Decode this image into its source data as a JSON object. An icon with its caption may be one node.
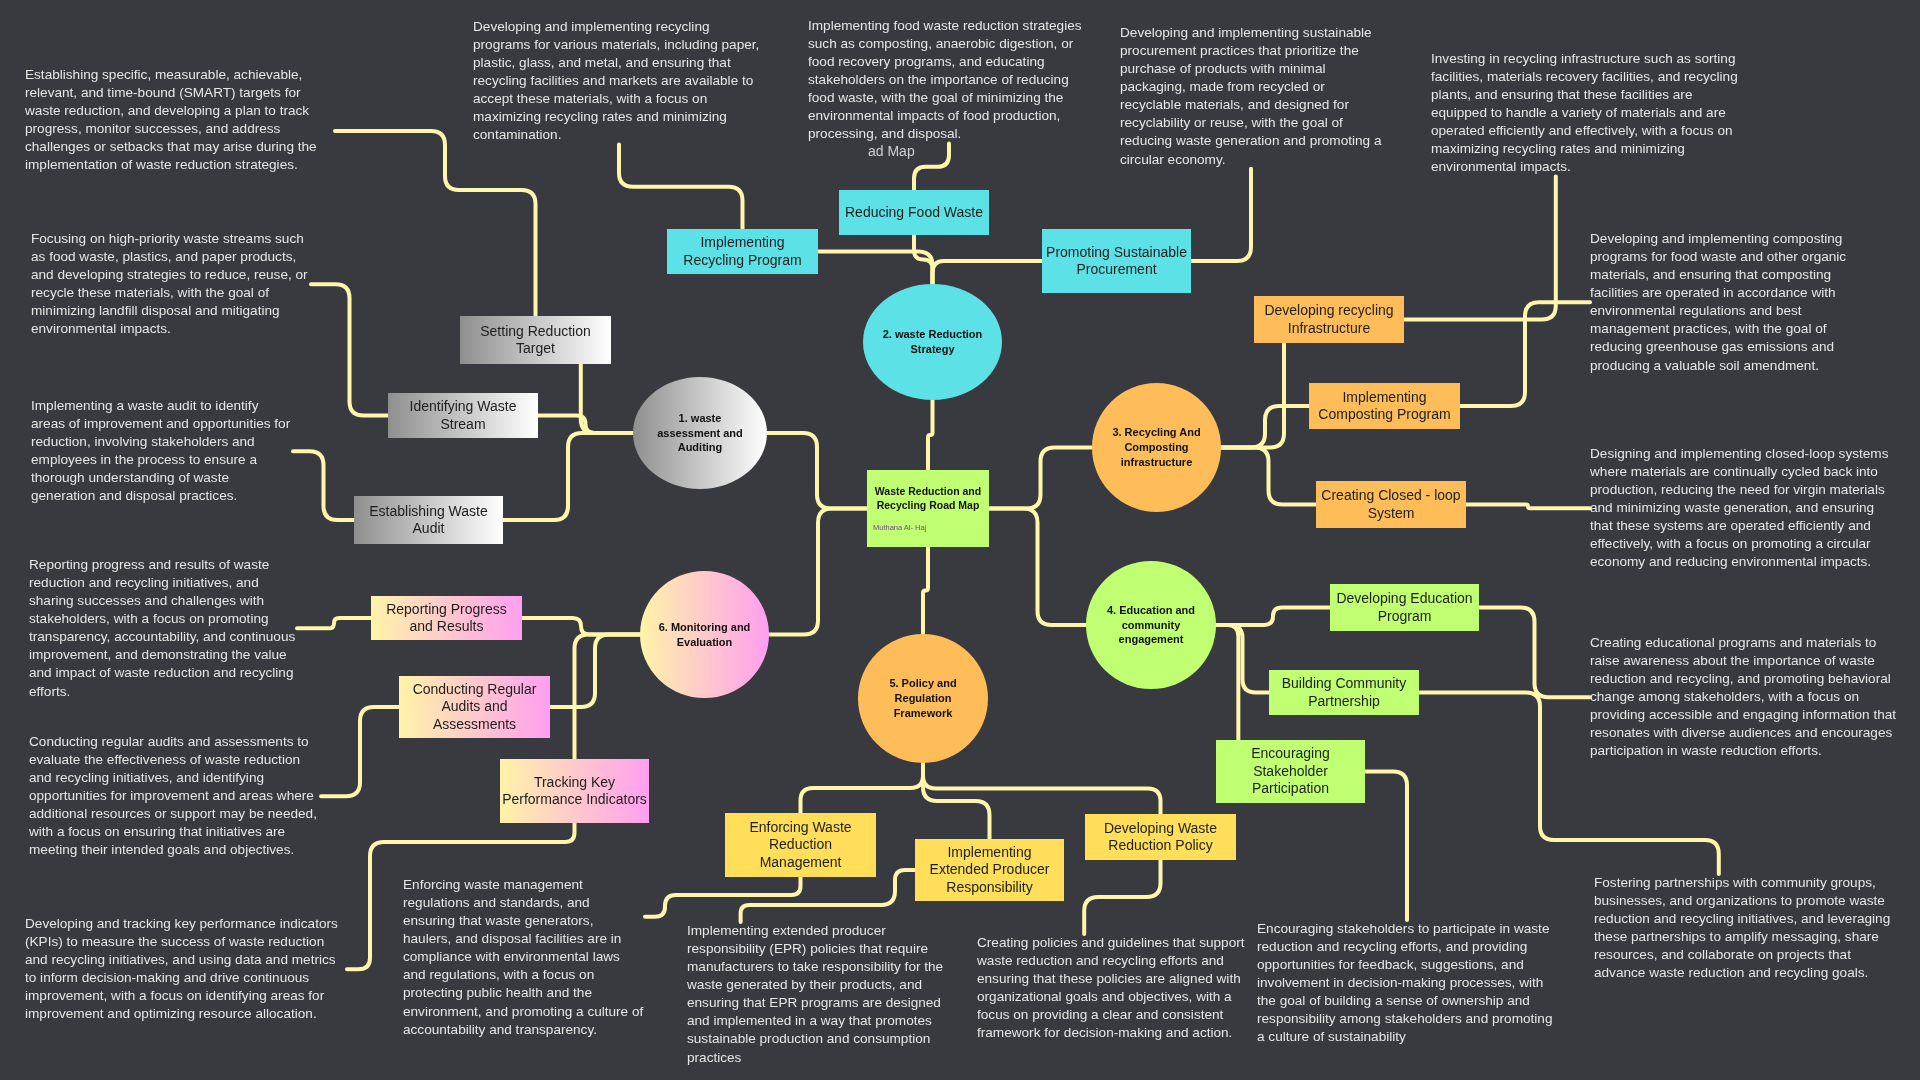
{
  "diagram": {
    "nodes": [
      {
        "text": [
          "Waste Reduction and Recycling Road Map",
          "Muthana Al- Haj"
        ]
      },
      {
        "text": [
          "1. waste assessment and Auditing"
        ]
      },
      {
        "text": [
          "2. waste Reduction Strategy"
        ]
      },
      {
        "text": [
          "3. Recycling And Composting infrastructure"
        ]
      },
      {
        "text": [
          "4. Education and community engagement"
        ]
      },
      {
        "text": [
          "5. Policy and Regulation Framework"
        ]
      },
      {
        "text": [
          "6. Monitoring and Evaluation"
        ]
      },
      {
        "text": [
          "Setting Reduction Target"
        ]
      },
      {
        "text": [
          "Identifying Waste Stream"
        ]
      },
      {
        "text": [
          "Establishing Waste Audit"
        ]
      },
      {
        "text": [
          "Implementing Recycling Program"
        ]
      },
      {
        "text": [
          "Reducing Food Waste"
        ]
      },
      {
        "text": [
          "Promoting Sustainable Procurement"
        ]
      },
      {
        "text": [
          "Developing recycling Infrastructure"
        ]
      },
      {
        "text": [
          "Implementing Composting Program"
        ]
      },
      {
        "text": [
          "Creating Closed - loop System"
        ]
      },
      {
        "text": [
          "Developing Education Program"
        ]
      },
      {
        "text": [
          "Building Community Partnership"
        ]
      },
      {
        "text": [
          "Encouraging Stakeholder Participation"
        ]
      },
      {
        "text": [
          "Enforcing Waste Reduction Management"
        ]
      },
      {
        "text": [
          "Implementing Extended Producer Responsibility"
        ]
      },
      {
        "text": [
          "Developing Waste Reduction Policy"
        ]
      },
      {
        "text": [
          "Reporting Progress and Results"
        ]
      },
      {
        "text": [
          "Conducting Regular Audits and Assessments"
        ]
      },
      {
        "text": [
          "Tracking Key Performance Indicators"
        ]
      },
      {
        "text": [
          "Establishing specific, measurable, achievable, relevant, and time-bound (SMART) targets for waste reduction, and developing a plan to track progress, monitor successes, and address challenges or setbacks that may arise during the implementation of waste reduction strategies."
        ]
      },
      {
        "text": [
          "Focusing on high-priority waste streams such as food waste, plastics, and paper products, and developing strategies to reduce, reuse, or recycle these materials, with the goal of minimizing landfill disposal and mitigating environmental impacts."
        ]
      },
      {
        "text": [
          "Implementing a waste audit to identify areas of improvement and opportunities for reduction, involving stakeholders and employees in the process to ensure a thorough understanding of waste generation and disposal practices."
        ]
      },
      {
        "text": [
          "Developing and implementing recycling programs for various materials, including paper, plastic, glass, and metal, and ensuring that recycling facilities and markets are available to accept these materials, with a focus on maximizing recycling rates and minimizing contamination."
        ]
      },
      {
        "text": [
          "Implementing food waste reduction strategies such as composting, anaerobic digestion, or food recovery programs, and educating stakeholders on the importance of reducing food waste, with the goal of minimizing the environmental impacts of food production, processing, and disposal."
        ]
      },
      {
        "text": [
          "Developing and implementing sustainable procurement practices that prioritize the purchase of products with minimal packaging, made from recycled or recyclable materials, and designed for recyclability or reuse, with the goal of reducing waste generation and promoting a circular economy."
        ]
      },
      {
        "text": [
          "Investing in recycling infrastructure such as sorting facilities, materials recovery facilities, and recycling plants, and ensuring that these facilities are equipped to handle a variety of materials and are operated efficiently and effectively, with a focus on maximizing recycling rates and minimizing environmental impacts."
        ]
      },
      {
        "text": [
          "Developing and implementing composting programs for food waste and other organic materials, and ensuring that composting facilities are operated in accordance with environmental regulations and best management practices, with the goal of reducing greenhouse gas emissions and producing a valuable soil amendment."
        ]
      },
      {
        "text": [
          "Designing and implementing closed-loop systems where materials are continually cycled back into production, reducing the need for virgin materials and minimizing waste generation, and ensuring that these systems are operated efficiently and effectively, with a focus on promoting a circular economy and reducing environmental impacts."
        ]
      },
      {
        "text": [
          "Creating educational programs and materials to raise awareness about the importance of waste reduction and recycling, and promoting behavioral change among stakeholders, with a focus on providing accessible and engaging information that resonates with diverse audiences and encourages participation in waste reduction efforts."
        ]
      },
      {
        "text": [
          "Fostering partnerships with community groups, businesses, and organizations to promote waste reduction and recycling initiatives, and leveraging these partnerships to amplify messaging, share resources, and collaborate on projects that advance waste reduction and recycling goals."
        ]
      },
      {
        "text": [
          "Encouraging stakeholders to participate in waste reduction and recycling efforts, and providing opportunities for feedback, suggestions, and involvement in decision-making processes, with the goal of building a sense of ownership and responsibility among stakeholders and promoting a culture of sustainability"
        ]
      },
      {
        "text": [
          "Enforcing waste management regulations and standards, and ensuring that waste generators, haulers, and disposal facilities are in compliance with environmental laws and regulations, with a focus on protecting public health and the environment, and promoting a culture of accountability and transparency."
        ]
      },
      {
        "text": [
          "Implementing extended producer responsibility (EPR) policies that require manufacturers to take responsibility for the waste generated by their products, and ensuring that EPR programs are designed and implemented in a way that promotes sustainable production and consumption practices"
        ]
      },
      {
        "text": [
          "Creating policies and guidelines that support waste reduction and recycling efforts and ensuring that these policies are aligned with organizational goals and objectives, with a focus on providing a clear and consistent framework for decision-making and action."
        ]
      },
      {
        "text": [
          "Reporting progress and results of waste reduction and recycling initiatives, and sharing successes and challenges with stakeholders, with a focus on promoting transparency, accountability, and continuous improvement, and demonstrating the value and impact of waste reduction and recycling efforts."
        ]
      },
      {
        "text": [
          "Conducting regular audits and assessments to evaluate the effectiveness of waste reduction and recycling initiatives, and identifying opportunities for improvement and areas where additional resources or support may be needed, with a focus on ensuring that initiatives are meeting their intended goals and objectives."
        ]
      },
      {
        "text": [
          "Developing and tracking key performance indicators (KPIs) to measure the success of waste reduction and recycling initiatives, and using data and metrics to inform decision-making and drive continuous improvement, with a focus on identifying areas for improvement and optimizing resource allocation."
        ]
      }
    ],
    "edges": [
      {
        "from": 0,
        "to": 1,
        "arrow": "none"
      },
      {
        "from": 0,
        "to": 2,
        "arrow": "none"
      },
      {
        "from": 0,
        "to": 3,
        "arrow": "none"
      },
      {
        "from": 0,
        "to": 4,
        "arrow": "none"
      },
      {
        "from": 0,
        "to": 5,
        "arrow": "none"
      },
      {
        "from": 0,
        "to": 6,
        "arrow": "none"
      },
      {
        "from": 1,
        "to": 7,
        "arrow": "none"
      },
      {
        "from": 1,
        "to": 8,
        "arrow": "none"
      },
      {
        "from": 1,
        "to": 9,
        "arrow": "none"
      },
      {
        "from": 2,
        "to": 10,
        "arrow": "none"
      },
      {
        "from": 2,
        "to": 11,
        "arrow": "none"
      },
      {
        "from": 2,
        "to": 12,
        "arrow": "none"
      },
      {
        "from": 3,
        "to": 13,
        "arrow": "none"
      },
      {
        "from": 3,
        "to": 14,
        "arrow": "none"
      },
      {
        "from": 3,
        "to": 15,
        "arrow": "none"
      },
      {
        "from": 4,
        "to": 16,
        "arrow": "none"
      },
      {
        "from": 4,
        "to": 17,
        "arrow": "none"
      },
      {
        "from": 4,
        "to": 18,
        "arrow": "none"
      },
      {
        "from": 5,
        "to": 19,
        "arrow": "none"
      },
      {
        "from": 5,
        "to": 20,
        "arrow": "none"
      },
      {
        "from": 5,
        "to": 21,
        "arrow": "none"
      },
      {
        "from": 6,
        "to": 22,
        "arrow": "none"
      },
      {
        "from": 6,
        "to": 23,
        "arrow": "none"
      },
      {
        "from": 6,
        "to": 24,
        "arrow": "none"
      },
      {
        "from": 7,
        "to": 25,
        "arrow": "none"
      },
      {
        "from": 8,
        "to": 26,
        "arrow": "none"
      },
      {
        "from": 9,
        "to": 27,
        "arrow": "none"
      },
      {
        "from": 10,
        "to": 28,
        "arrow": "none"
      },
      {
        "from": 11,
        "to": 29,
        "arrow": "none"
      },
      {
        "from": 12,
        "to": 30,
        "arrow": "none"
      },
      {
        "from": 13,
        "to": 31,
        "arrow": "none"
      },
      {
        "from": 14,
        "to": 32,
        "arrow": "none"
      },
      {
        "from": 15,
        "to": 33,
        "arrow": "none"
      },
      {
        "from": 16,
        "to": 34,
        "arrow": "none"
      },
      {
        "from": 17,
        "to": 35,
        "arrow": "none"
      },
      {
        "from": 18,
        "to": 36,
        "arrow": "none"
      },
      {
        "from": 19,
        "to": 37,
        "arrow": "none"
      },
      {
        "from": 20,
        "to": 38,
        "arrow": "none"
      },
      {
        "from": 21,
        "to": 39,
        "arrow": "none"
      },
      {
        "from": 22,
        "to": 40,
        "arrow": "none"
      },
      {
        "from": 23,
        "to": 41,
        "arrow": "none"
      },
      {
        "from": 24,
        "to": 42,
        "arrow": "none"
      }
    ],
    "labels": [
      "ad Map"
    ]
  }
}
